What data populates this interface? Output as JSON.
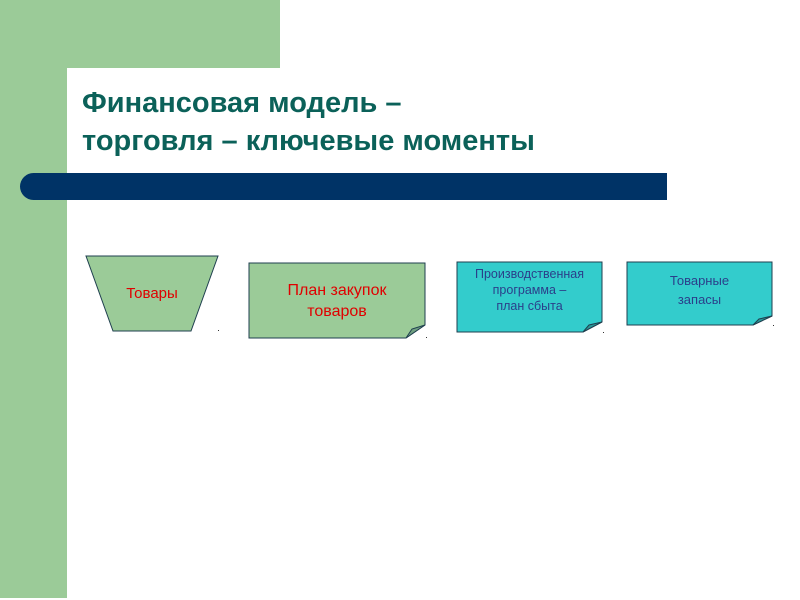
{
  "slide": {
    "title_line1": "Финансовая модель –",
    "title_line2": "торговля – ключевые моменты",
    "colors": {
      "background": "#ffffff",
      "accent_green": "#9bcb98",
      "title_text": "#0b6159",
      "bar": "#003366",
      "box_green": "#9bcb98",
      "box_teal": "#33cccc",
      "border": "#1f3f4f",
      "red_text": "#e00000",
      "blue_text": "#2b3f8a"
    }
  },
  "diagram": {
    "nodes": [
      {
        "id": "goods",
        "shape": "trapezoid-inverted",
        "label": "Товары",
        "fill": "#9bcb98",
        "text_color": "#e00000"
      },
      {
        "id": "purchase-plan",
        "shape": "folded-corner",
        "label_line1": "План закупок",
        "label_line2": "товаров",
        "fill": "#9bcb98",
        "text_color": "#e00000"
      },
      {
        "id": "production-program",
        "shape": "folded-corner",
        "label_line1": "Производственная",
        "label_line2": "программа –",
        "label_line3": "план сбыта",
        "fill": "#33cccc",
        "text_color": "#2b3f8a"
      },
      {
        "id": "inventory",
        "shape": "folded-corner",
        "label_line1": "Товарные",
        "label_line2": "запасы",
        "fill": "#33cccc",
        "text_color": "#2b3f8a"
      }
    ]
  }
}
